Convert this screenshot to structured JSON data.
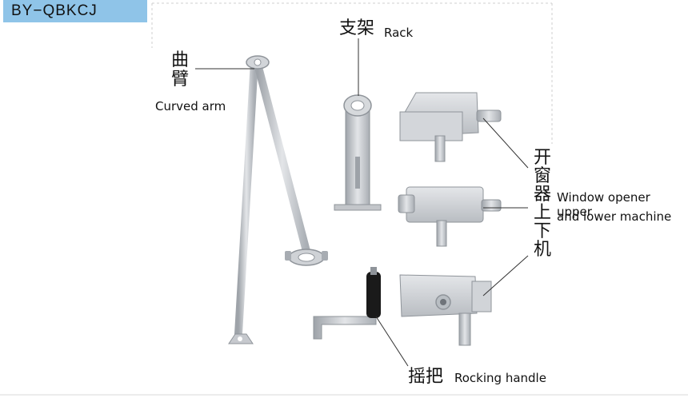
{
  "tag": "BY−QBKCJ",
  "labels": {
    "curved_arm_cn": "曲\n臂",
    "curved_arm_en": "Curved arm",
    "rack_cn": "支架",
    "rack_en": "Rack",
    "opener_cn": "开\n窗\n器\n上\n下\n机",
    "opener_en_line1": "Window opener upper",
    "opener_en_line2": "and lower machine",
    "handle_cn": "摇把",
    "handle_en": "Rocking handle"
  },
  "colors": {
    "tag_bg": "#8fc4e8",
    "metal": "#c9ccd1",
    "metal_dark": "#8f949a",
    "handle_grip": "#1a1a1a"
  }
}
